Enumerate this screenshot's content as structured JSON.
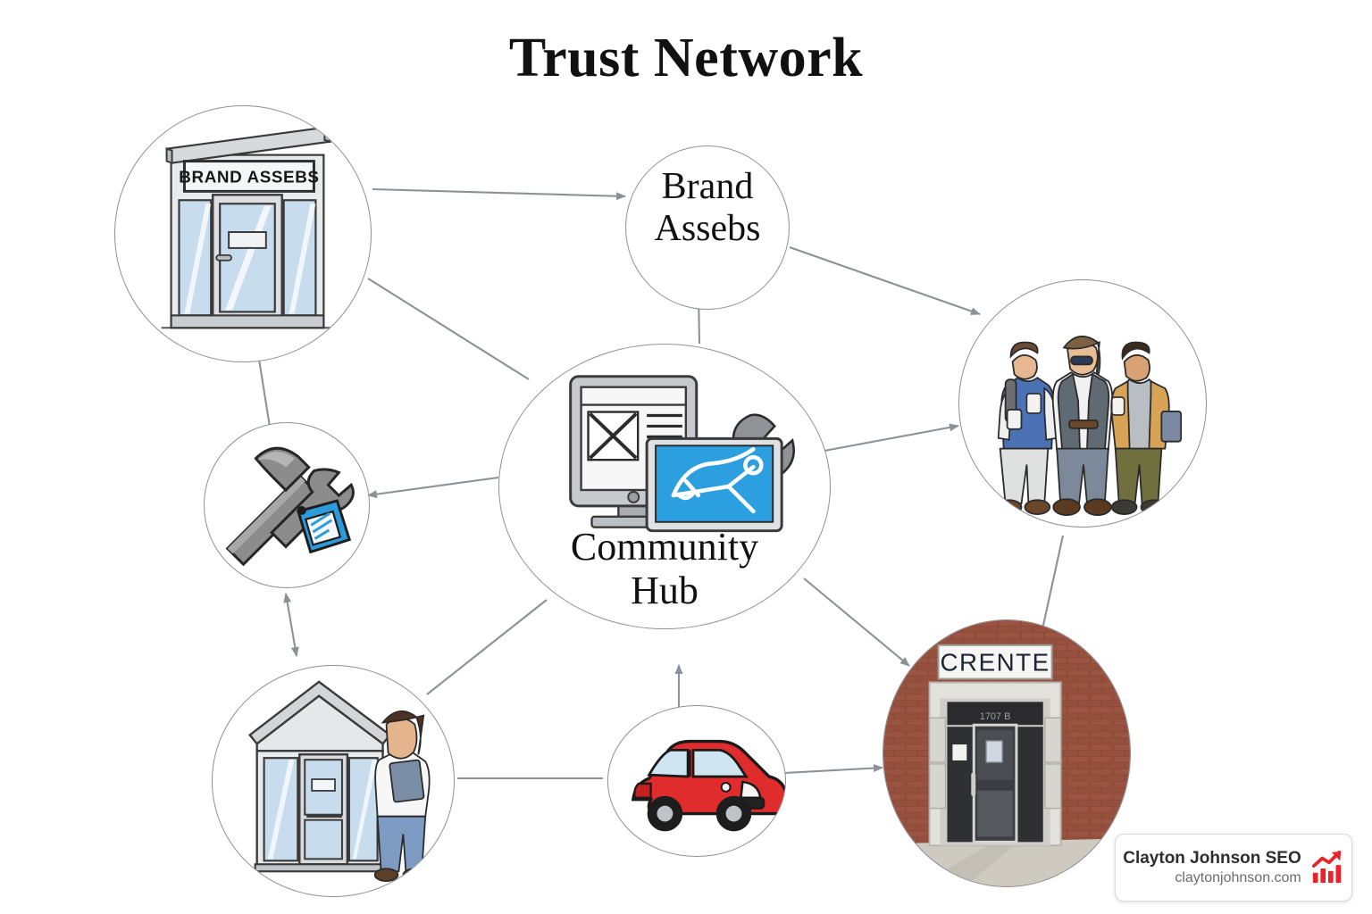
{
  "diagram": {
    "title": "Trust Network",
    "background_color": "#ffffff",
    "edge_color": "#8d9196",
    "node_border_color": "#8d9196",
    "nodes": [
      {
        "id": "storefront",
        "label": "",
        "icon": "storefront-brand-assebs-illustration",
        "sign_text": "BRAND ASSEBS"
      },
      {
        "id": "brand",
        "label": "Brand\nAssebs",
        "icon": "text-node"
      },
      {
        "id": "people",
        "label": "",
        "icon": "three-people-illustration"
      },
      {
        "id": "tools",
        "label": "",
        "icon": "hammer-wrench-tag-icon"
      },
      {
        "id": "hub",
        "label": "Community\nHub",
        "icon": "monitor-tools-icon"
      },
      {
        "id": "office",
        "label": "",
        "icon": "office-entrance-person-illustration"
      },
      {
        "id": "car",
        "label": "",
        "icon": "red-car-illustration"
      },
      {
        "id": "crente",
        "label": "",
        "icon": "brick-building-photo",
        "sign_text": "CRENTE"
      }
    ],
    "edges": [
      {
        "from": "storefront",
        "to": "brand",
        "arrow": "end"
      },
      {
        "from": "storefront",
        "to": "hub",
        "arrow": "none"
      },
      {
        "from": "storefront",
        "to": "tools",
        "arrow": "none"
      },
      {
        "from": "brand",
        "to": "people",
        "arrow": "end"
      },
      {
        "from": "hub",
        "to": "brand",
        "arrow": "end"
      },
      {
        "from": "hub",
        "to": "people",
        "arrow": "end"
      },
      {
        "from": "hub",
        "to": "tools",
        "arrow": "end"
      },
      {
        "from": "hub",
        "to": "office",
        "arrow": "none"
      },
      {
        "from": "hub",
        "to": "crente",
        "arrow": "end"
      },
      {
        "from": "tools",
        "to": "office",
        "arrow": "both"
      },
      {
        "from": "people",
        "to": "crente",
        "arrow": "none"
      },
      {
        "from": "office",
        "to": "car",
        "arrow": "none"
      },
      {
        "from": "car",
        "to": "crente",
        "arrow": "end"
      }
    ]
  },
  "labels": {
    "brand_line1": "Brand",
    "brand_line2": "Assebs",
    "hub_line1": "Community",
    "hub_line2": "Hub",
    "storefront_sign": "BRAND ASSEBS",
    "crente_sign": "CRENTE"
  },
  "watermark": {
    "title": "Clayton Johnson SEO",
    "url": "claytonjohnson.com",
    "accent_color": "#e8232a"
  }
}
